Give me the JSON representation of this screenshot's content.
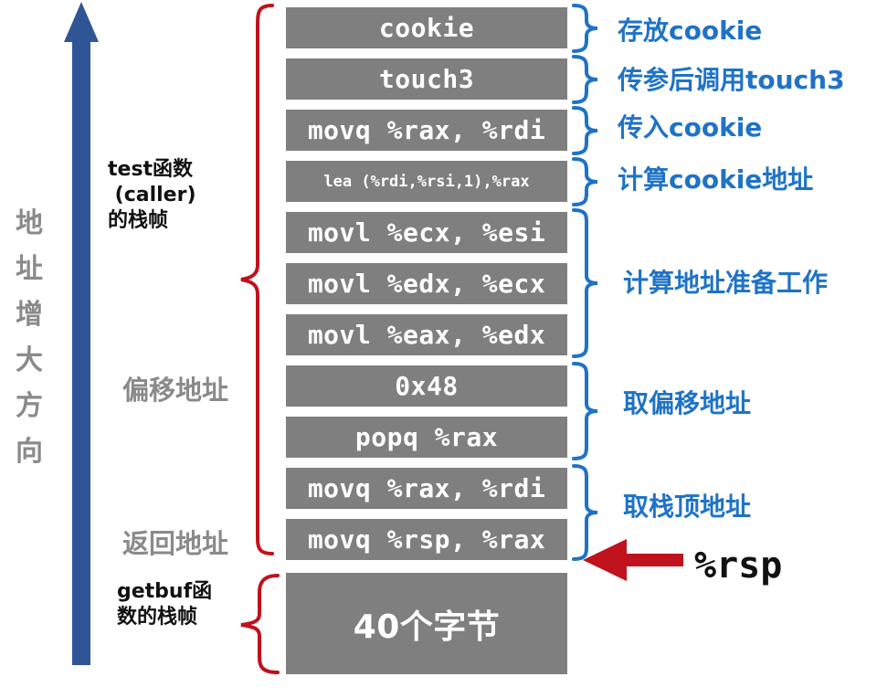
{
  "diagram": {
    "axis_label": [
      "地",
      "址",
      "增",
      "大",
      "方",
      "向"
    ],
    "stack_blocks": [
      {
        "text": "cookie",
        "size": "normal"
      },
      {
        "text": "touch3",
        "size": "normal"
      },
      {
        "text": "movq %rax, %rdi",
        "size": "normal"
      },
      {
        "text": "lea (%rdi,%rsi,1),%rax",
        "size": "small"
      },
      {
        "text": "movl %ecx, %esi",
        "size": "normal"
      },
      {
        "text": "movl %edx, %ecx",
        "size": "normal"
      },
      {
        "text": "movl %eax, %edx",
        "size": "normal"
      },
      {
        "text": "0x48",
        "size": "normal"
      },
      {
        "text": "popq %rax",
        "size": "normal"
      },
      {
        "text": "movq %rax, %rdi",
        "size": "normal"
      },
      {
        "text": "movq %rsp, %rax",
        "size": "normal"
      },
      {
        "text": "40个字节",
        "size": "big"
      }
    ],
    "right_annotations": [
      {
        "text": "存放cookie"
      },
      {
        "text": "传参后调用touch3"
      },
      {
        "text": "传入cookie"
      },
      {
        "text": "计算cookie地址"
      },
      {
        "text": "计算地址准备工作"
      },
      {
        "text": "取偏移地址"
      },
      {
        "text": "取栈顶地址"
      }
    ],
    "left_annotations": {
      "test_frame": [
        "test函数",
        " (caller)",
        "的栈帧"
      ],
      "offset_address": "偏移地址",
      "return_address": "返回地址",
      "getbuf_frame": [
        "getbuf函",
        "数的栈帧"
      ]
    },
    "pointer_label": "%rsp",
    "colors": {
      "block": "#7f7f7f",
      "block_text": "#ffffff",
      "annotation_blue": "#1f73c6",
      "brace_red": "#c0121d",
      "axis_arrow": "#2f5597",
      "gray_text": "#8a8a8a",
      "pointer_arrow": "#c0121d"
    }
  }
}
